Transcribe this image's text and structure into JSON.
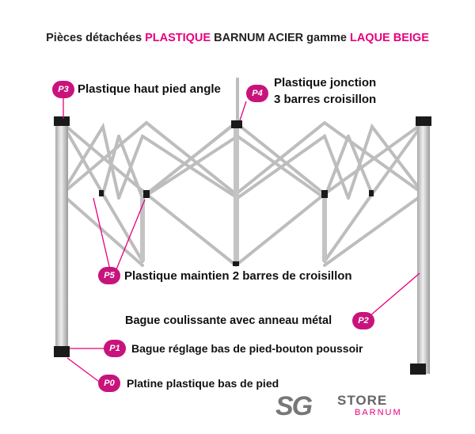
{
  "title": {
    "part1": "Pièces détachées ",
    "highlight1": "PLASTIQUE",
    "part2": " BARNUM ACIER  gamme ",
    "highlight2": "LAQUE BEIGE"
  },
  "colors": {
    "accent": "#e6007e",
    "badge": "#c8137c",
    "frame": "#c9c9c9",
    "plastic": "#1a1a1a"
  },
  "parts": [
    {
      "code": "P3",
      "label": "Plastique haut pied angle"
    },
    {
      "code": "P4",
      "label": "Plastique jonction",
      "label2": "3 barres croisillon"
    },
    {
      "code": "P5",
      "label": "Plastique maintien  2 barres de  croisillon"
    },
    {
      "code": "P2",
      "label": "Bague coulissante avec anneau métal"
    },
    {
      "code": "P1",
      "label": "Bague réglage bas de pied-bouton poussoir"
    },
    {
      "code": "P0",
      "label": "Platine plastique bas de pied"
    }
  ],
  "logo": {
    "sg": "SG",
    "store": "STORE",
    "barnum": "BARNUM"
  }
}
